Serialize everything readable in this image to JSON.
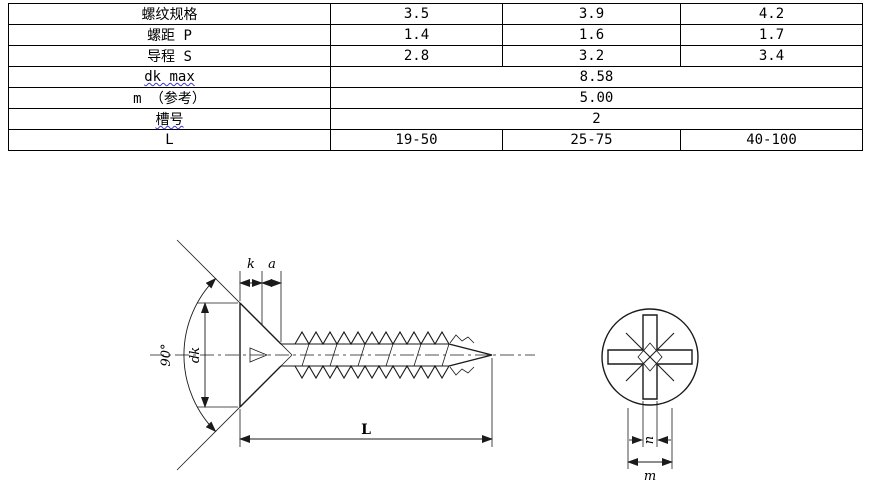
{
  "colors": {
    "background": "#ffffff",
    "text": "#000000",
    "table_border": "#000000",
    "spellcheck_squiggle": "#3a3ad0"
  },
  "table": {
    "rows": [
      {
        "label": "螺纹规格",
        "values": [
          "3.5",
          "3.9",
          "4.2"
        ]
      },
      {
        "label": "螺距 P",
        "values": [
          "1.4",
          "1.6",
          "1.7"
        ]
      },
      {
        "label": "导程 S",
        "values": [
          "2.8",
          "3.2",
          "3.4"
        ]
      },
      {
        "label": "dk max",
        "values": [
          "8.58"
        ]
      },
      {
        "label": "m （参考）",
        "values": [
          "5.00"
        ]
      },
      {
        "label": "槽号",
        "values": [
          "2"
        ]
      },
      {
        "label": "L",
        "values": [
          "19-50",
          "25-75",
          "40-100"
        ]
      }
    ]
  },
  "diagram": {
    "labels": {
      "k": "k",
      "a": "a",
      "angle": "90°",
      "dk": "dk",
      "length": "L",
      "n": "n",
      "m": "m"
    }
  }
}
